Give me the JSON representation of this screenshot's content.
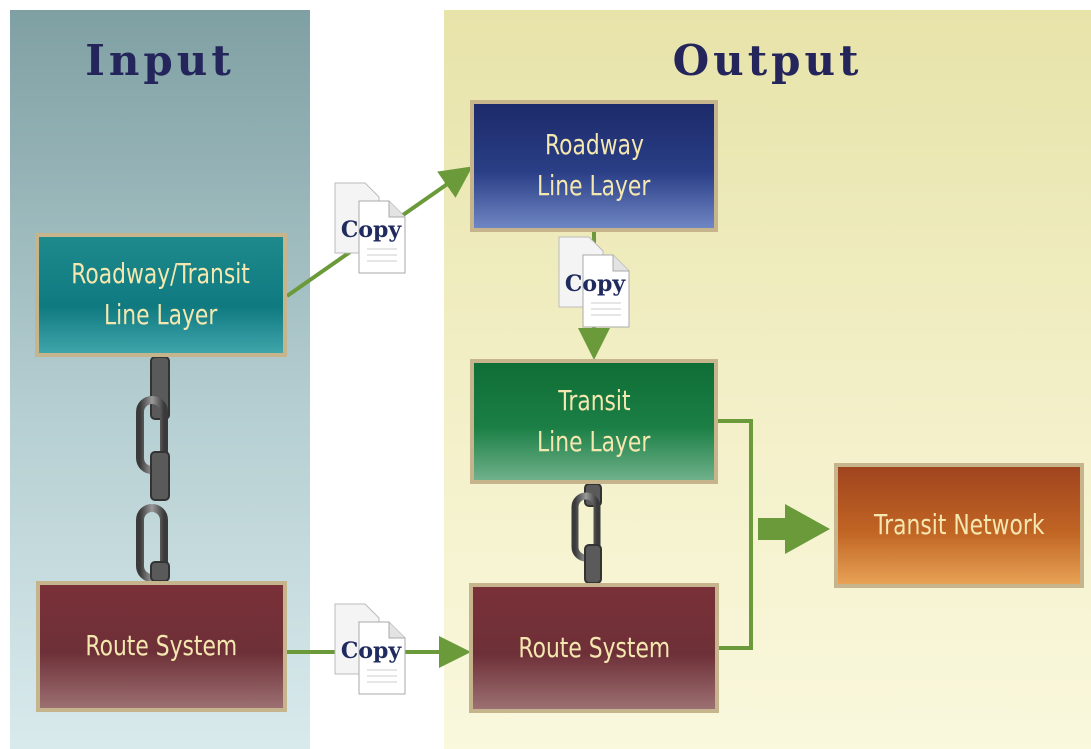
{
  "panels": {
    "input_title": "Input",
    "output_title": "Output"
  },
  "boxes": {
    "roadway_transit": [
      "Roadway/Transit",
      "Line Layer"
    ],
    "route_system_input": "Route System",
    "roadway_output": [
      "Roadway",
      "Line Layer"
    ],
    "transit_output": [
      "Transit",
      "Line Layer"
    ],
    "route_system_output": "Route System",
    "transit_network": "Transit Network"
  },
  "copy_icons": [
    "Copy",
    "Copy",
    "Copy"
  ],
  "colors": {
    "arrow": "#6a9a3a",
    "chain": "#5a5a5a",
    "title": "#23255b",
    "box_text": "#f5e7b0"
  },
  "icons": [
    "copy-document-icon",
    "chain-link-icon",
    "arrow-icon"
  ]
}
